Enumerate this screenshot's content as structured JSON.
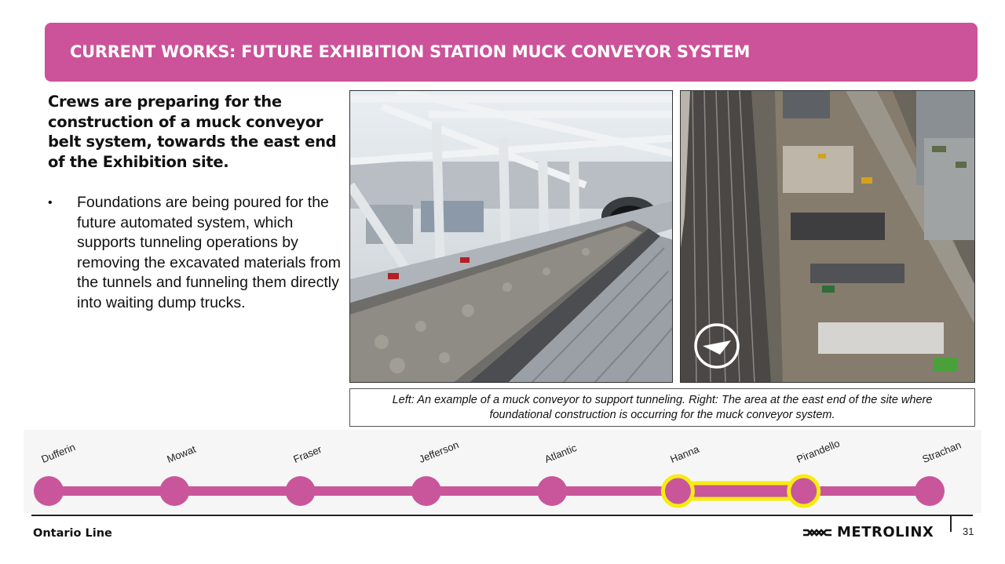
{
  "banner": {
    "title": "CURRENT WORKS: FUTURE EXHIBITION STATION MUCK CONVEYOR SYSTEM"
  },
  "lead": "Crews are preparing for the construction of a muck conveyor belt system, towards the east end of the Exhibition site.",
  "bullets": [
    {
      "symbol": "•",
      "text": "Foundations are being poured for the future automated system, which supports tunneling operations by removing the excavated materials from the tunnels and funneling them directly into waiting dump trucks."
    }
  ],
  "caption": {
    "line1": "Left:  An example of a muck conveyor to support tunneling. Right: The area at the east end of the site where",
    "line2": "foundational construction is occurring for the muck conveyor system."
  },
  "line_map": {
    "line_color": "#c9569a",
    "highlight_color": "#f7ec12",
    "stations": [
      "Dufferin",
      "Mowat",
      "Fraser",
      "Jefferson",
      "Atlantic",
      "Hanna",
      "Pirandello",
      "Strachan"
    ],
    "highlighted": [
      "Hanna",
      "Pirandello"
    ]
  },
  "footer": {
    "line_name": "Ontario Line",
    "brand": "METROLINX",
    "page": "31"
  },
  "colors": {
    "accent": "#cc5299"
  }
}
